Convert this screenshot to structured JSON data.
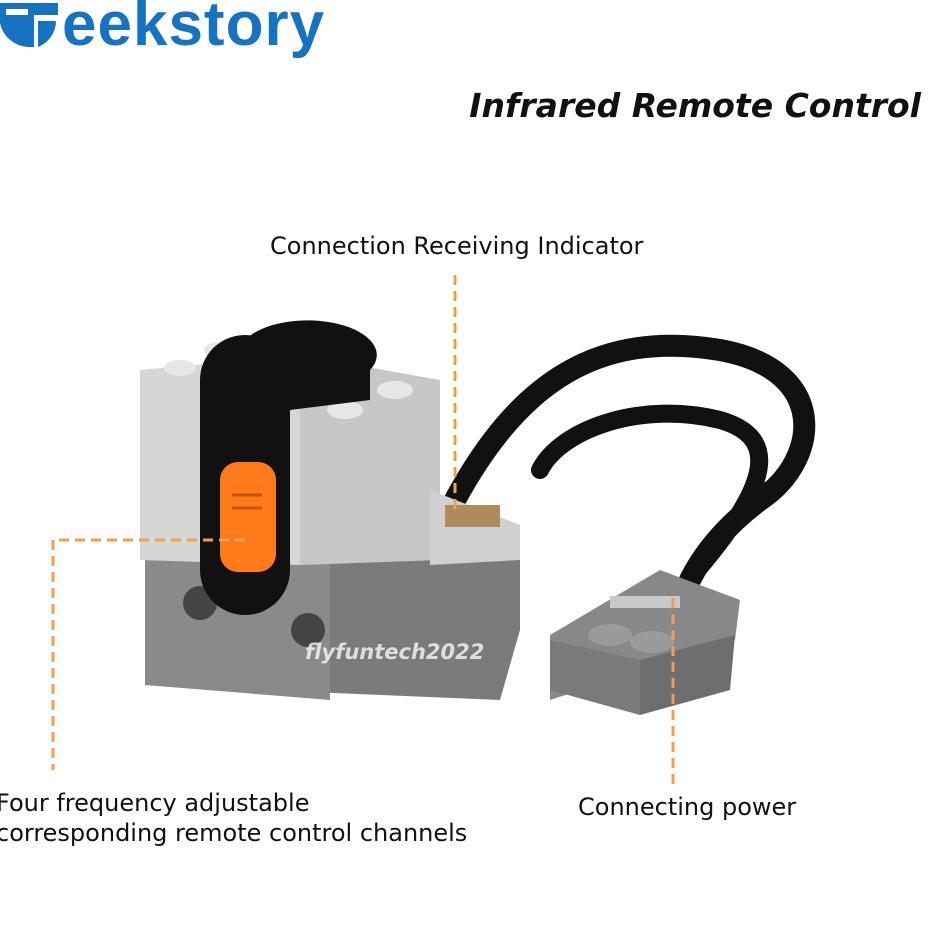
{
  "brand": {
    "logo_text": "eekstory",
    "logo_full": "Geekstory",
    "color": "#1573c2"
  },
  "title": "Infrared Remote Control",
  "annotations": {
    "indicator": "Connection Receiving Indicator",
    "frequency_line1": "Four frequency adjustable",
    "frequency_line2": "corresponding remote control channels",
    "power": "Connecting power"
  },
  "watermark": "flyfuntech2022",
  "colors": {
    "leader_line": "#f0a050",
    "orange_knob": "#ff7a1a"
  }
}
